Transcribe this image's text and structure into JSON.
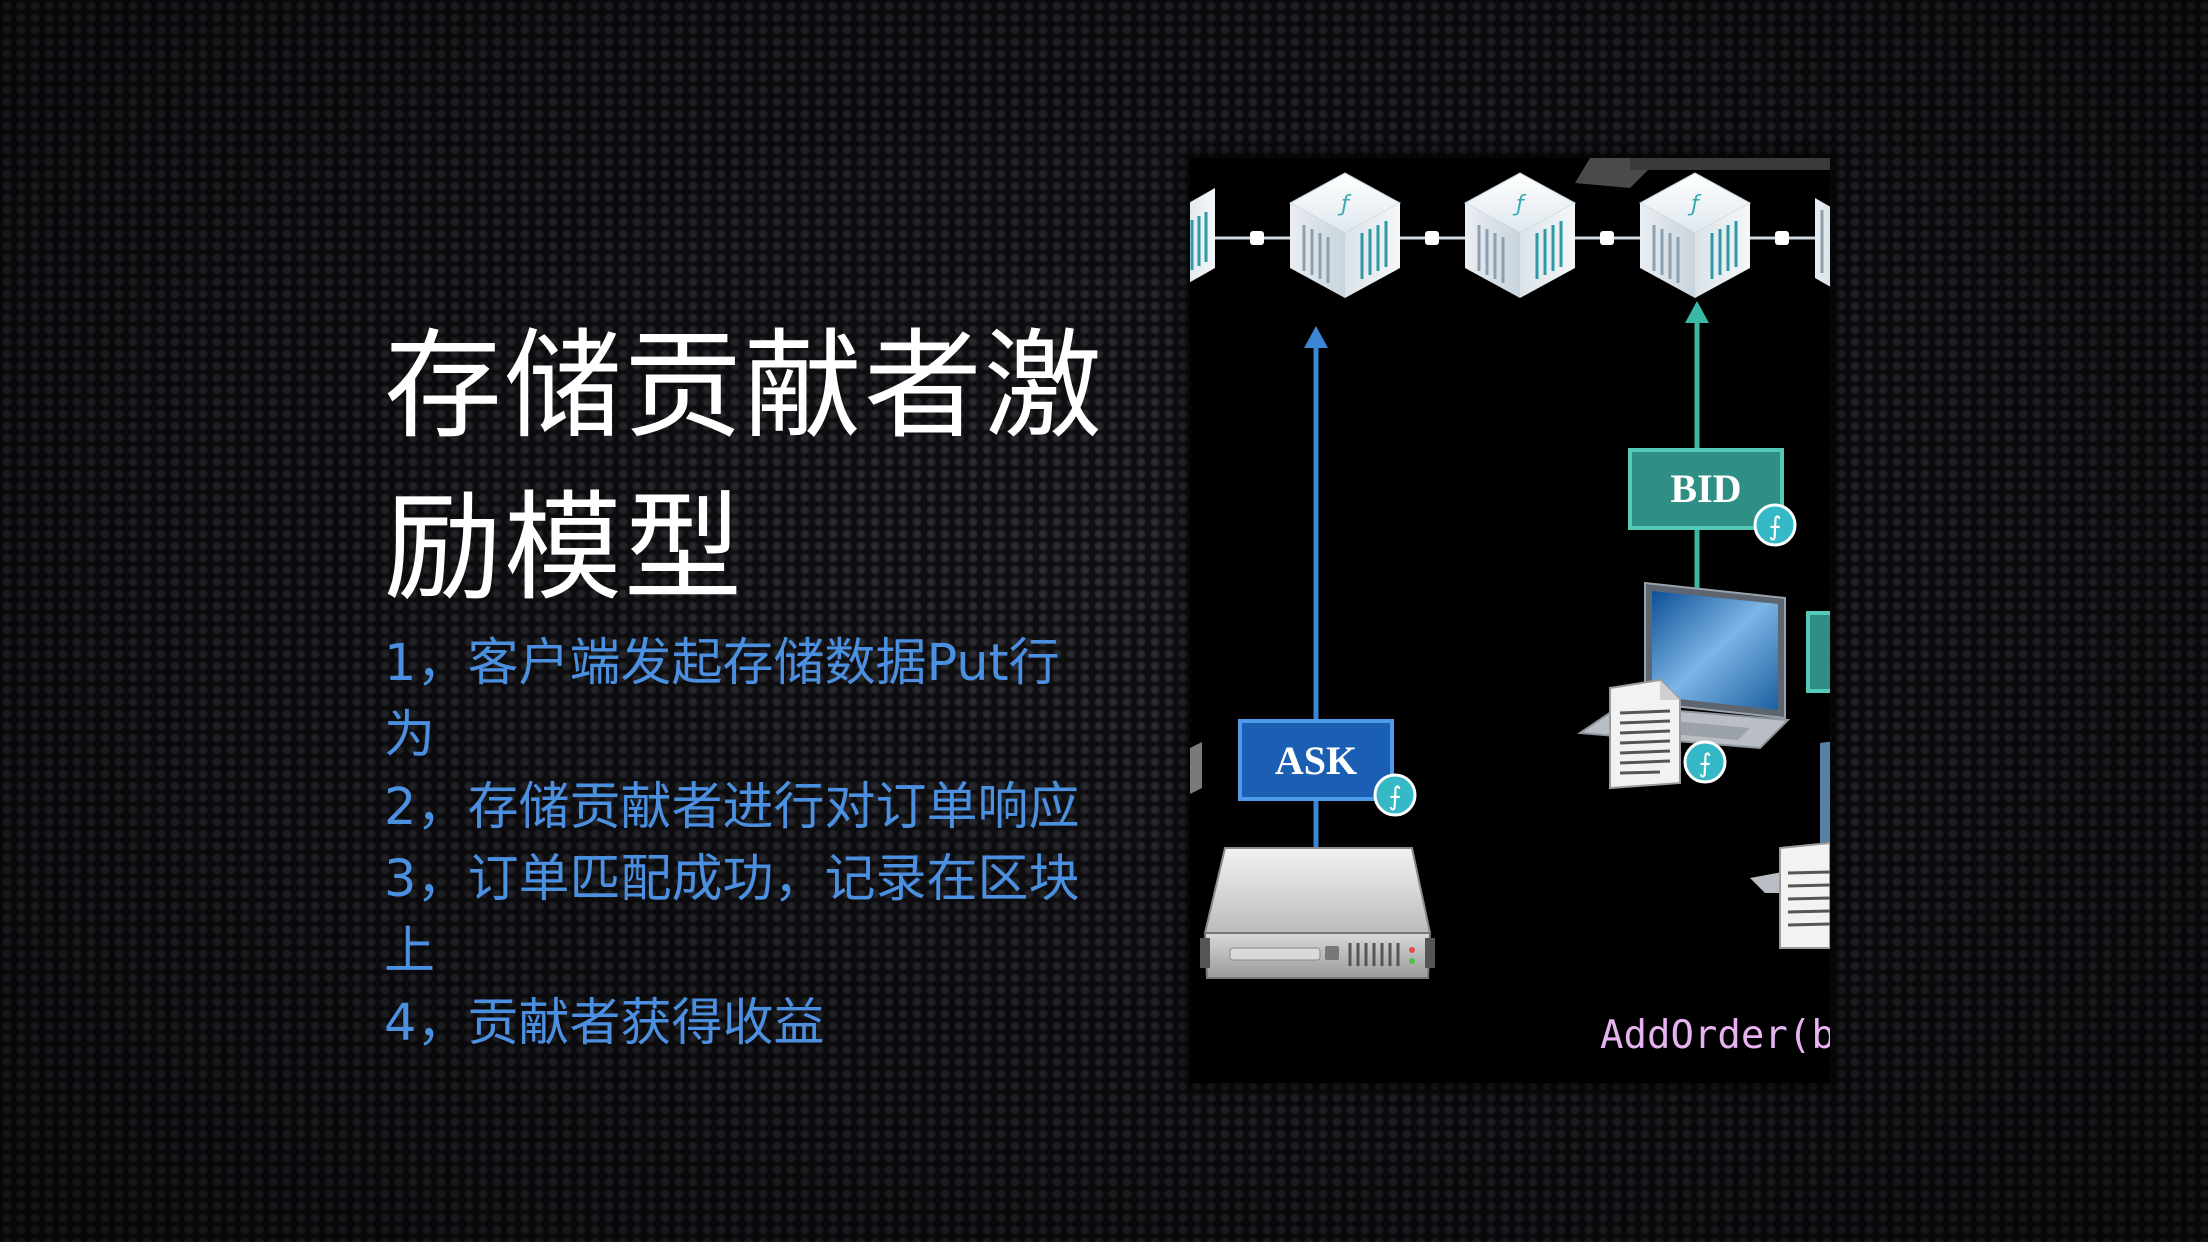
{
  "slide": {
    "title_lines": [
      "存储贡献者激",
      "励模型"
    ],
    "points": [
      [
        "1，客户端发起存储数据Put行",
        "为"
      ],
      [
        "2，存储贡献者进行对订单响应"
      ],
      [
        "3，订单匹配成功，记录在区块",
        "上"
      ],
      [
        "4，贡献者获得收益"
      ]
    ]
  },
  "figure": {
    "ask_label": "ASK",
    "bid_label": "BID",
    "code_text": "AddOrder(b",
    "token_glyph": "⨍",
    "icons": [
      "blockchain-block-icon",
      "server-icon",
      "laptop-icon",
      "document-icon",
      "filecoin-token-icon"
    ]
  },
  "colors": {
    "title": "#ffffff",
    "points": "#4b8fe0",
    "ask_blue": "#1a5fb4",
    "bid_teal": "#2f8f85",
    "code": "#e6b2f0",
    "token": "#35b9c6"
  }
}
